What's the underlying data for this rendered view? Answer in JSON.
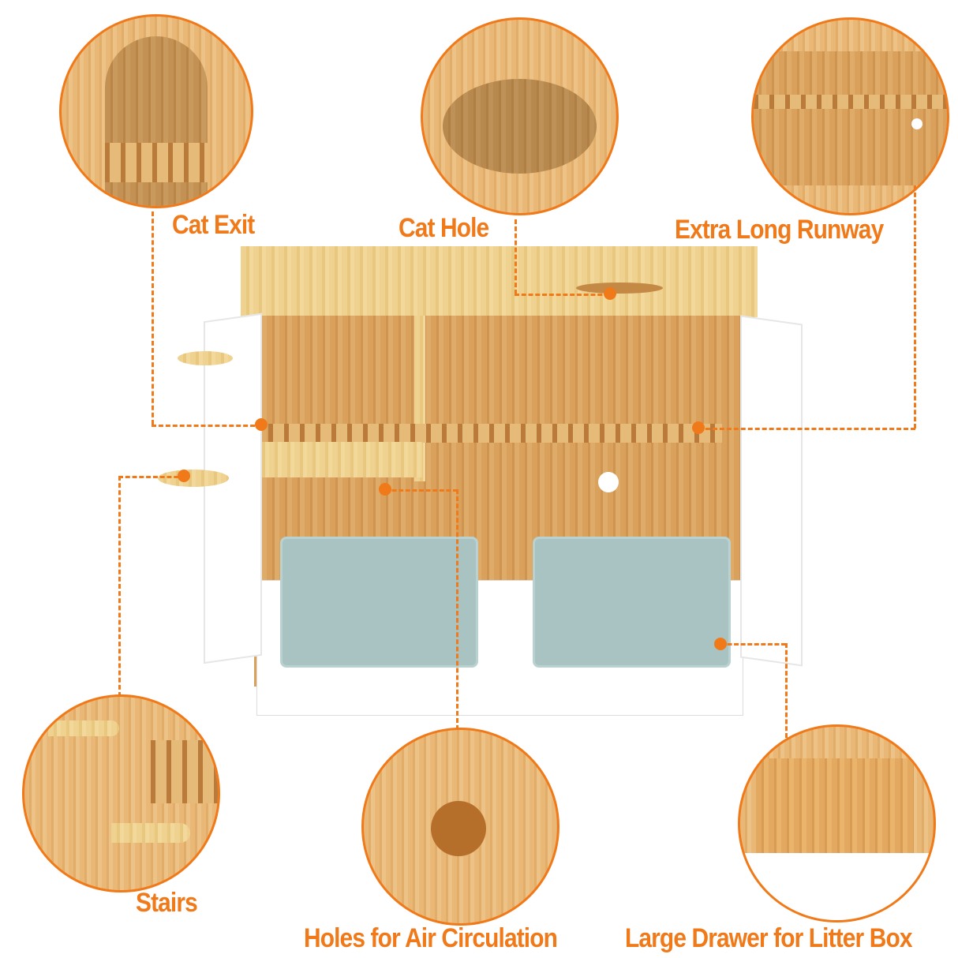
{
  "labels": {
    "cat_exit": "Cat Exit",
    "cat_hole": "Cat Hole",
    "runway": "Extra Long Runway",
    "stairs": "Stairs",
    "air_holes": "Holes for Air Circulation",
    "drawer": "Large Drawer for Litter Box"
  },
  "colors": {
    "accent": "#f07a1a",
    "wood": "#d9a15c",
    "light_wood": "#f0d290",
    "litter_box": "#a9c3c3"
  }
}
